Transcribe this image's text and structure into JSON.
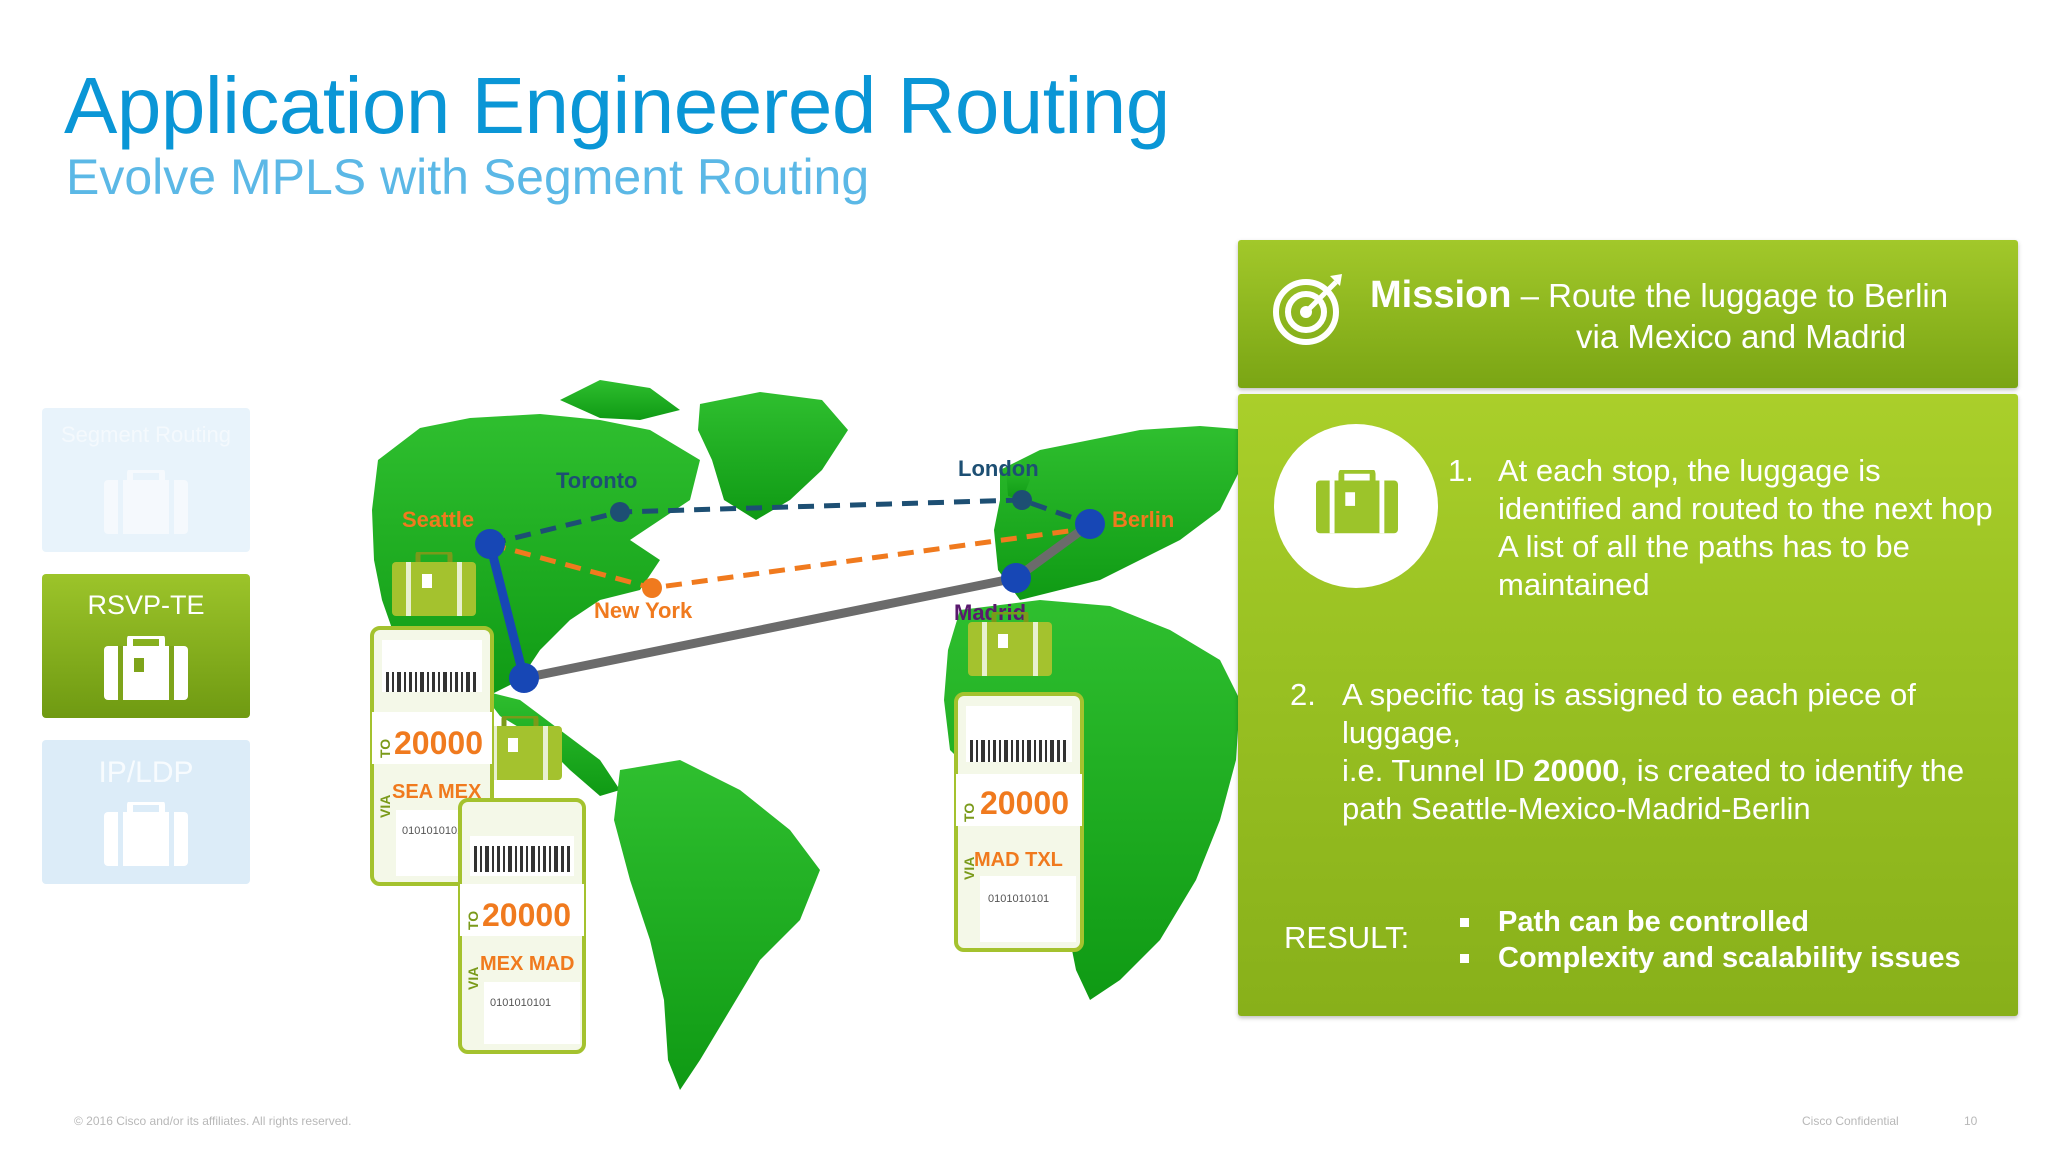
{
  "header": {
    "title": "Application Engineered Routing",
    "subtitle": "Evolve MPLS with Segment Routing"
  },
  "tabs": [
    {
      "label": "Segment Routing",
      "icon": "luggage-icon",
      "state": "inactive"
    },
    {
      "label": "RSVP-TE",
      "icon": "luggage-icon",
      "state": "active"
    },
    {
      "label": "IP/LDP",
      "icon": "luggage-icon",
      "state": "inactive"
    }
  ],
  "map": {
    "cities": {
      "toronto": "Toronto",
      "london": "London",
      "seattle": "Seattle",
      "berlin": "Berlin",
      "new_york": "New York",
      "madrid": "Madrid"
    },
    "tags": [
      {
        "to": "TO",
        "tunnel_id": "20000",
        "via": "VIA",
        "route": "SEA MEX",
        "barcode": "0101010101"
      },
      {
        "to": "TO",
        "tunnel_id": "20000",
        "via": "VIA",
        "route": "MEX MAD",
        "barcode": "0101010101"
      },
      {
        "to": "TO",
        "tunnel_id": "20000",
        "via": "VIA",
        "route": "MAD TXL",
        "barcode": "0101010101"
      }
    ]
  },
  "mission": {
    "label": "Mission",
    "text": "– Route the luggage to Berlin",
    "text_line2": "via Mexico and Madrid"
  },
  "panel": {
    "point1_num": "1.",
    "point1_text": "At each stop, the luggage is identified and routed to the next hop",
    "point1_text2": "A list of all the paths has to be maintained",
    "point2_num": "2.",
    "point2_line1": "A specific tag is assigned to each piece of luggage,",
    "point2_pre": "i.e. Tunnel ID ",
    "point2_bold": "20000",
    "point2_post": ", is created to identify the path Seattle-Mexico-Madrid-Berlin",
    "result_label": "RESULT:",
    "results": [
      "Path can be controlled",
      "Complexity and scalability issues"
    ]
  },
  "footer": {
    "copyright": "© 2016 Cisco and/or its affiliates. All rights reserved.",
    "confidential": "Cisco Confidential",
    "page": "10"
  },
  "colors": {
    "title_blue": "#0a96d6",
    "green": "#9cc42a",
    "orange": "#f07a1e",
    "navy": "#1d4f73",
    "route_blue": "#1747b5"
  }
}
